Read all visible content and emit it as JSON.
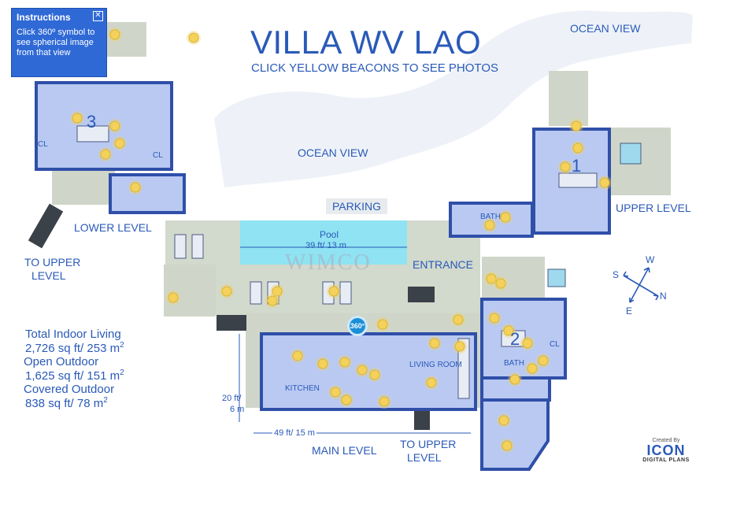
{
  "title": "VILLA WV LAO",
  "subtitle": "CLICK YELLOW BEACONS TO SEE PHOTOS",
  "instructions": {
    "heading": "Instructions",
    "body": "Click 360º symbol to see spherical image from that view",
    "close_glyph": "✕"
  },
  "labels": {
    "ocean_view_top": "OCEAN VIEW",
    "ocean_view_mid": "OCEAN VIEW",
    "parking": "PARKING",
    "entrance": "ENTRANCE",
    "lower_level": "LOWER LEVEL",
    "upper_level": "UPPER LEVEL",
    "main_level": "MAIN LEVEL",
    "to_upper_level_left_1": "TO UPPER",
    "to_upper_level_left_2": "LEVEL",
    "to_upper_level_main_1": "TO UPPER",
    "to_upper_level_main_2": "LEVEL",
    "pool": "Pool",
    "pool_dim": "39 ft/ 13 m",
    "dim_height_1": "20 ft/",
    "dim_height_2": "6 m",
    "dim_width": "49 ft/ 15 m",
    "watermark": "WIMCO"
  },
  "rooms": {
    "bedroom_3": "3",
    "bedroom_1": "1",
    "bedroom_2": "2",
    "cl_a": "CL",
    "cl_b": "CL",
    "cl_c": "CL",
    "bath_upper": "BATH",
    "bath_2": "BATH",
    "kitchen": "KITCHEN",
    "living_room": "LIVING ROOM"
  },
  "compass": {
    "w": "W",
    "s": "S",
    "n": "N",
    "e": "E"
  },
  "stats": [
    {
      "label": "Total Indoor Living",
      "value": "2,726 sq ft/ 253 m",
      "sup": "2"
    },
    {
      "label": "Open Outdoor",
      "value": "1,625 sq ft/ 151 m",
      "sup": "2"
    },
    {
      "label": "Covered Outdoor",
      "value": "838 sq ft/ 78 m",
      "sup": "2"
    }
  ],
  "button_360": "360°",
  "logo": {
    "created_by": "Created By",
    "name": "ICON",
    "sub": "DIGITAL PLANS"
  },
  "colors": {
    "wall": "#2f4fa8",
    "room_fill": "#b9c9f2",
    "beacon": "#f3d15a",
    "terrace": "#cfd6c9",
    "ocean": "#eef2f8",
    "pool": "#8fe3f2",
    "text": "#2a5ab8"
  }
}
